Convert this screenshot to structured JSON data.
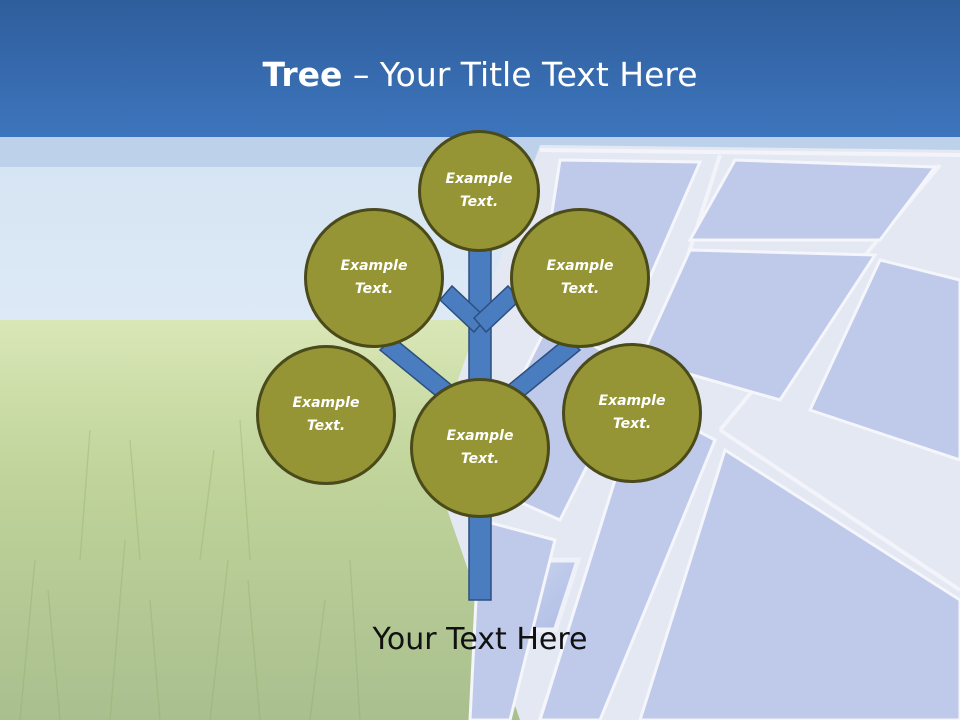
{
  "header": {
    "title_bold": "Tree",
    "title_rest": " – Your Title Text Here"
  },
  "colors": {
    "header": "#3d75bd",
    "node_fill": "#959535",
    "node_border": "#4a4a1a",
    "branch": "#4a7cc0"
  },
  "nodes": [
    {
      "text": "Example Text."
    },
    {
      "text": "Example Text."
    },
    {
      "text": "Example Text."
    },
    {
      "text": "Example Text."
    },
    {
      "text": "Example Text."
    },
    {
      "text": "Example Text."
    }
  ],
  "footer": {
    "text": "Your Text Here"
  }
}
